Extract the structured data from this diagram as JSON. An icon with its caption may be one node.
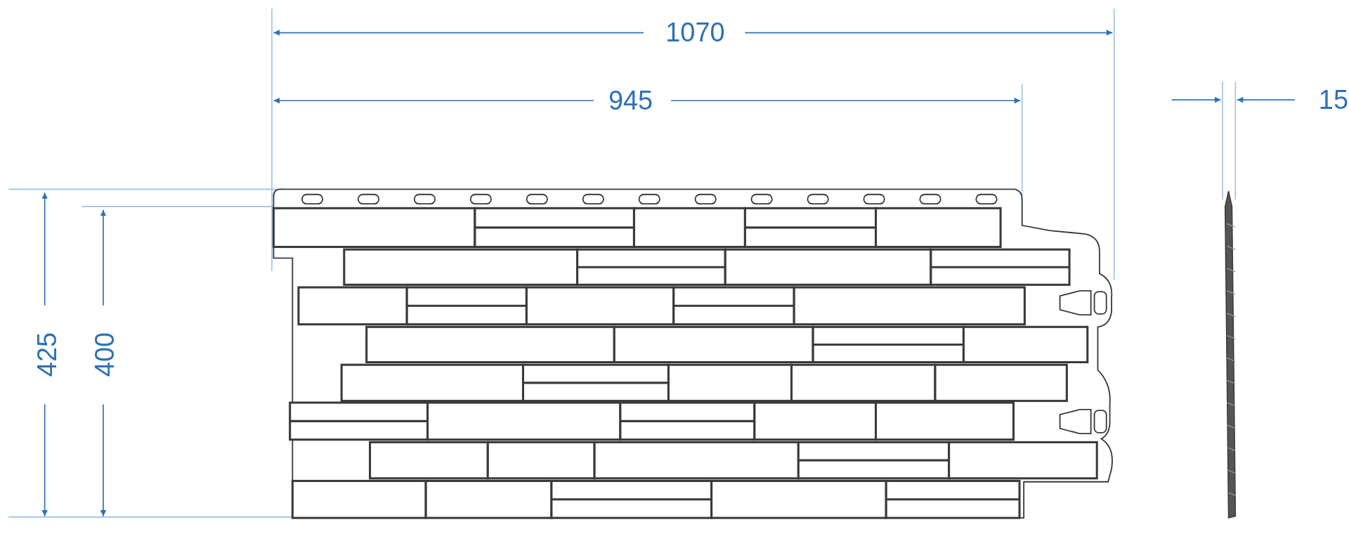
{
  "diagram": {
    "labels": [
      "1070",
      "945",
      "15",
      "425",
      "400"
    ]
  }
}
